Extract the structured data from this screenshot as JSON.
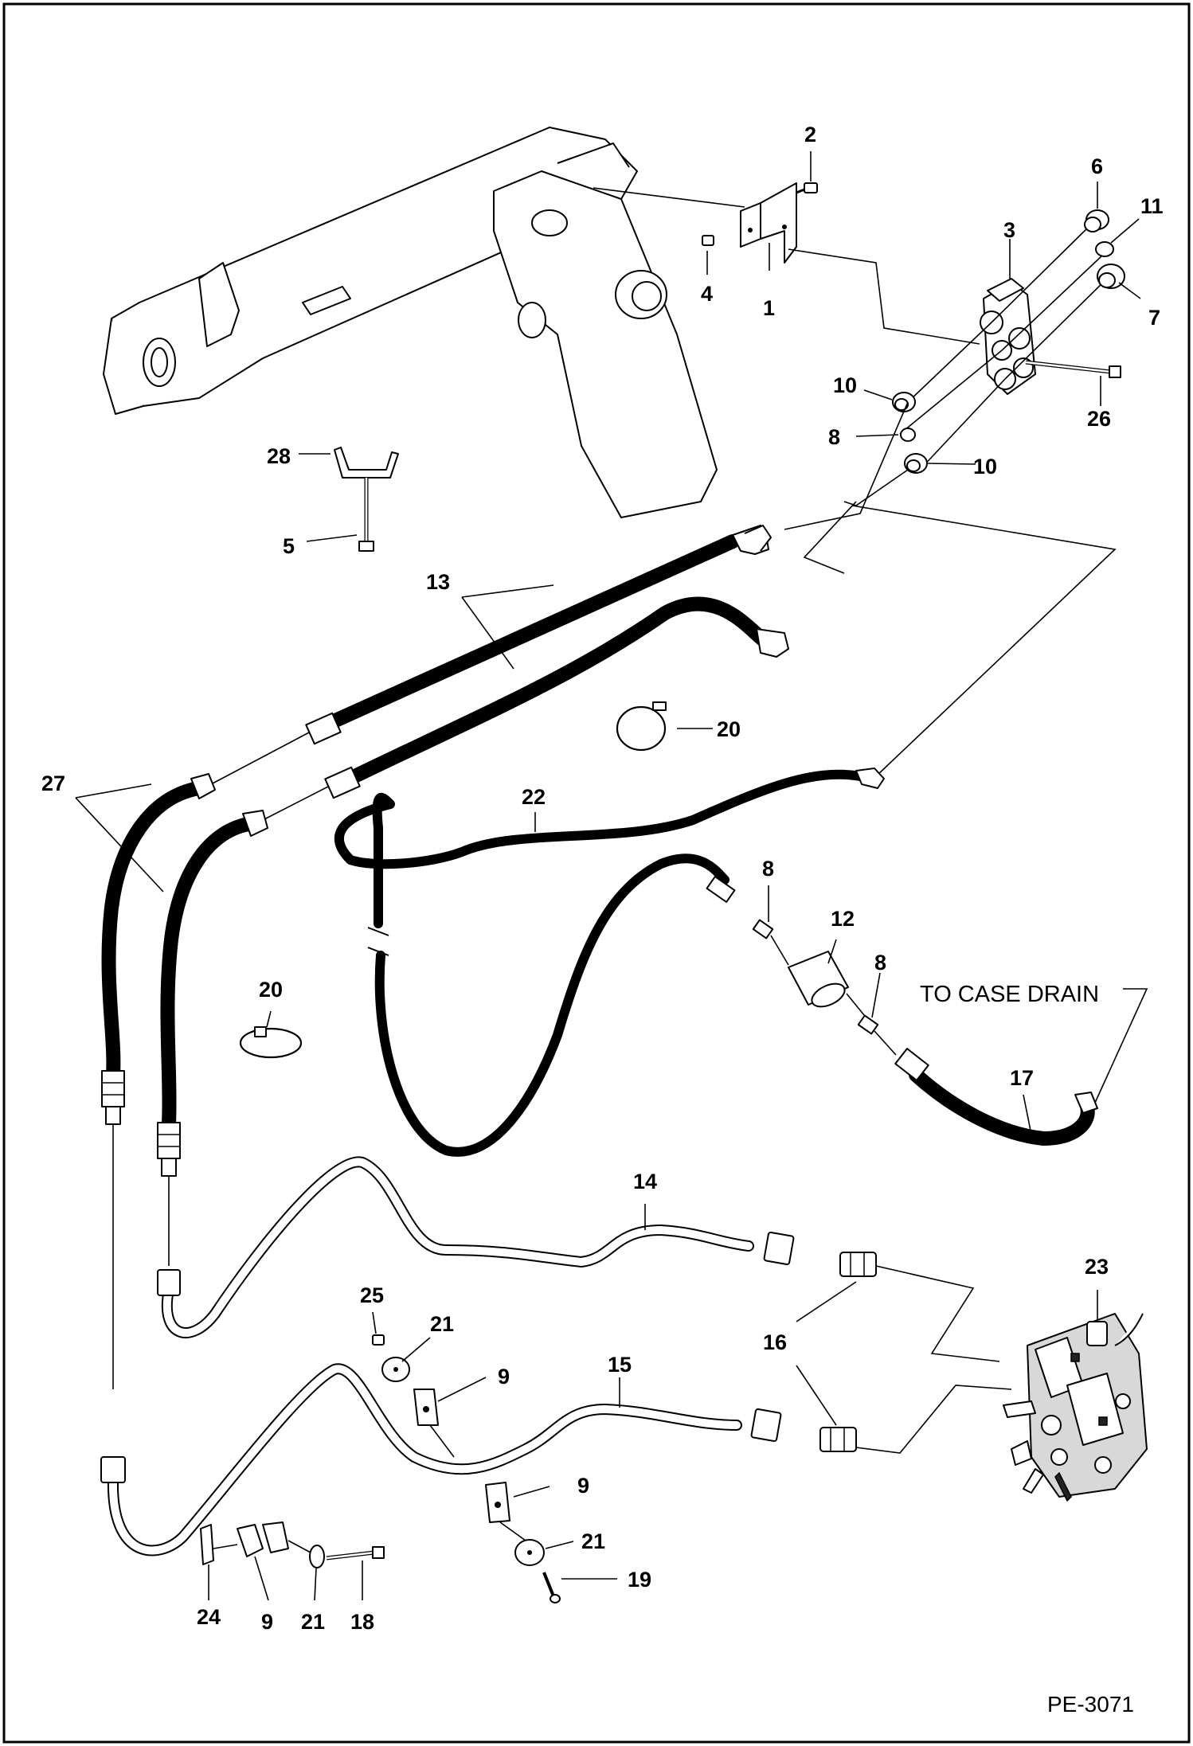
{
  "drawing_ref": "PE-3071",
  "note": "TO CASE DRAIN",
  "callouts": {
    "c1": "1",
    "c2": "2",
    "c3": "3",
    "c4": "4",
    "c5": "5",
    "c6": "6",
    "c7": "7",
    "c8a": "8",
    "c8b": "8",
    "c8c": "8",
    "c9a": "9",
    "c9b": "9",
    "c9c": "9",
    "c10a": "10",
    "c10b": "10",
    "c11": "11",
    "c12": "12",
    "c13": "13",
    "c14": "14",
    "c15": "15",
    "c16": "16",
    "c17": "17",
    "c18": "18",
    "c19": "19",
    "c20a": "20",
    "c20b": "20",
    "c21a": "21",
    "c21b": "21",
    "c21c": "21",
    "c22": "22",
    "c23": "23",
    "c24": "24",
    "c25": "25",
    "c26": "26",
    "c27": "27",
    "c28": "28"
  },
  "colors": {
    "line": "#000000",
    "background": "#ffffff",
    "border": "#000000"
  }
}
